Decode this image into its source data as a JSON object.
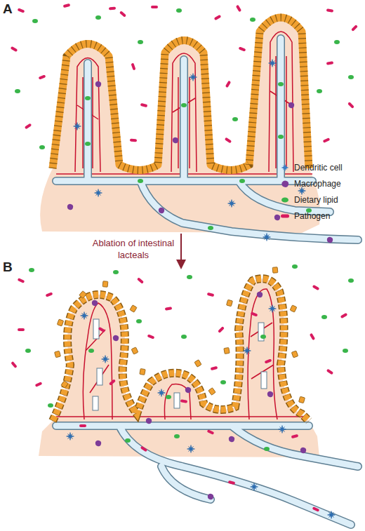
{
  "diagram": {
    "labels": [
      "A",
      "Ablation of intestinal lacteals",
      "B"
    ],
    "legend": [
      {
        "text": "Dendritic cell",
        "color": "#3b7dc4"
      },
      {
        "text": "Macrophage",
        "color": "#7d3c98"
      },
      {
        "text": "Dietary lipid",
        "color": "#39b54a"
      },
      {
        "text": "Pathogen",
        "color": "#d81b60"
      }
    ]
  }
}
